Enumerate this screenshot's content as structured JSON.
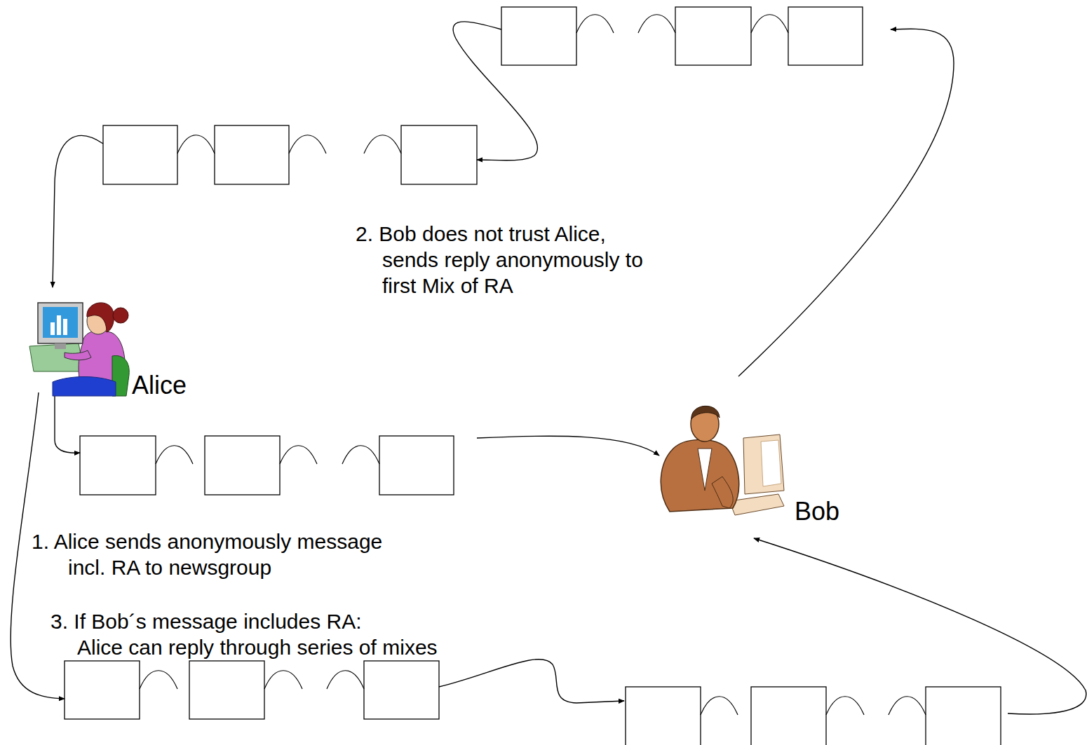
{
  "diagram": {
    "labels": [
      "2. Bob does not trust Alice, sends reply anonymously to first Mix of RA",
      "Alice",
      "Bob",
      "1. Alice sends anonymously message incl. RA to newsgroup",
      "3. If Bob´s message includes RA: Alice can reply through series of mixes"
    ]
  }
}
